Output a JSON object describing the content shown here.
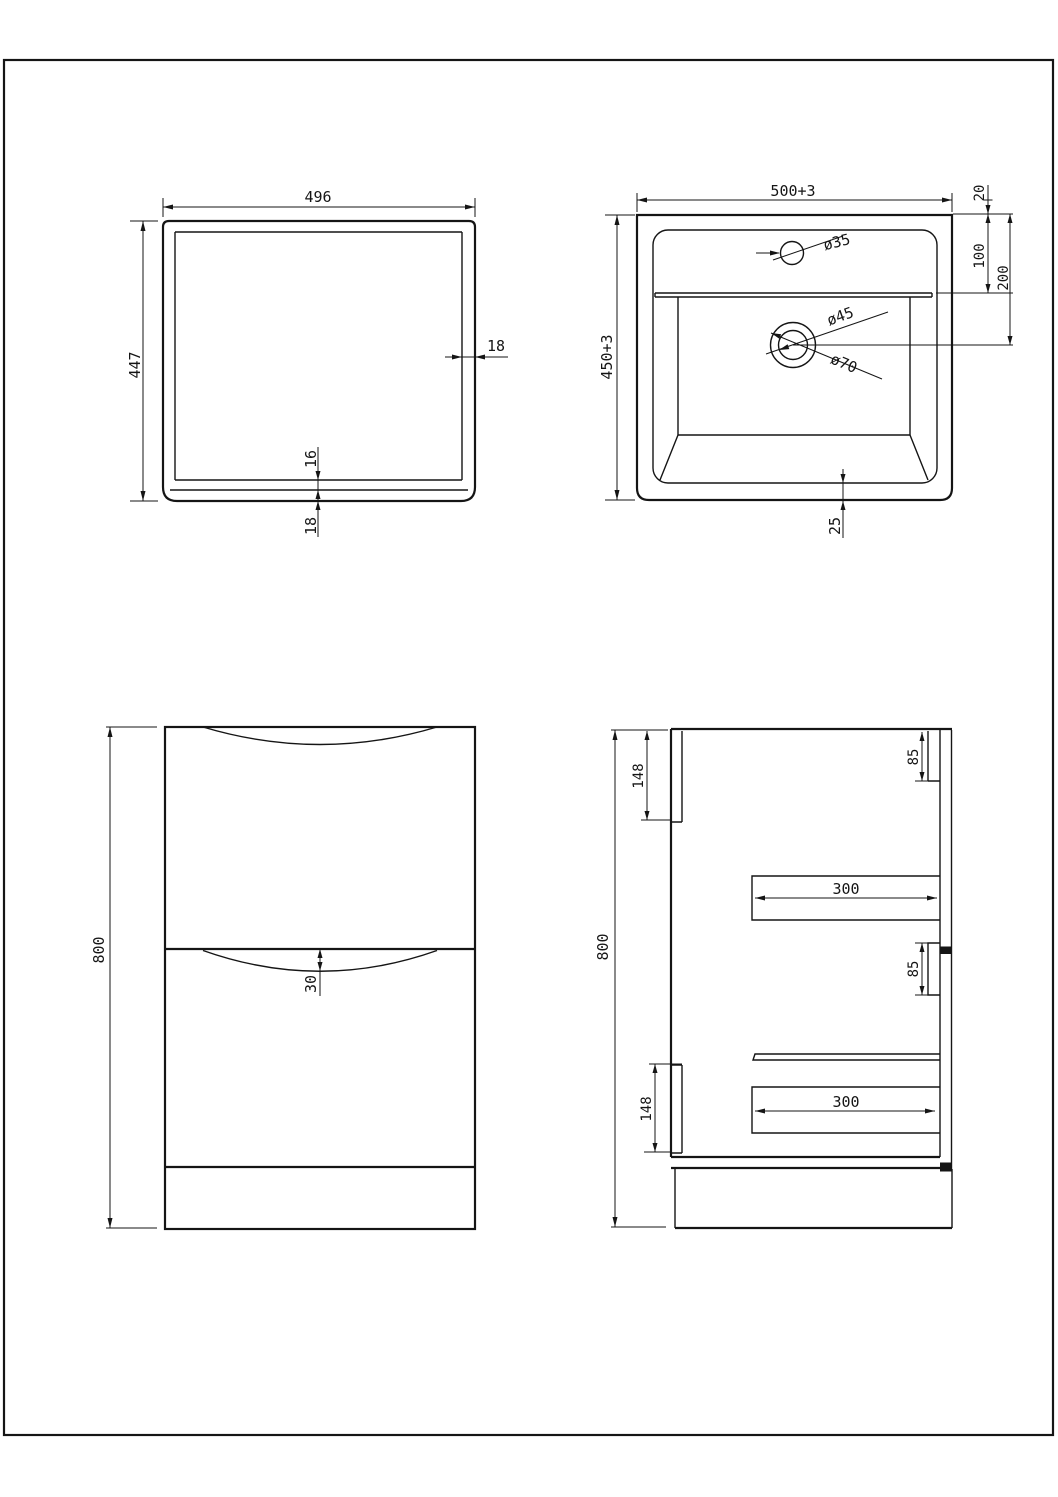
{
  "sheet": {
    "background_color": "#ffffff",
    "line_color": "#151515",
    "type": "cad-technical-drawing",
    "subject": "bathroom vanity unit with basin - four orthographic views"
  },
  "views": {
    "basin_front": {
      "dim_width": "496",
      "dim_height": "447",
      "dim_wall": "18",
      "dim_inner_base": "16",
      "dim_outer_base": "18"
    },
    "basin_plan": {
      "dim_width": "500+3",
      "dim_depth": "450+3",
      "dim_back_gap": "20",
      "dim_ledge_depth": "100",
      "dim_drain_offset": "200",
      "dim_base_height": "25",
      "faucet_hole_dia": "ø35",
      "drain_inner_dia": "ø45",
      "drain_outer_dia": "ø70"
    },
    "vanity_front": {
      "dim_height": "800",
      "dim_handle_recess": "30"
    },
    "vanity_side": {
      "dim_height": "800",
      "dim_top_drawer_front": "148",
      "dim_bottom_drawer_front": "148",
      "dim_top_rail": "85",
      "dim_mid_rail": "85",
      "dim_top_runner": "300",
      "dim_bottom_runner": "300"
    }
  }
}
